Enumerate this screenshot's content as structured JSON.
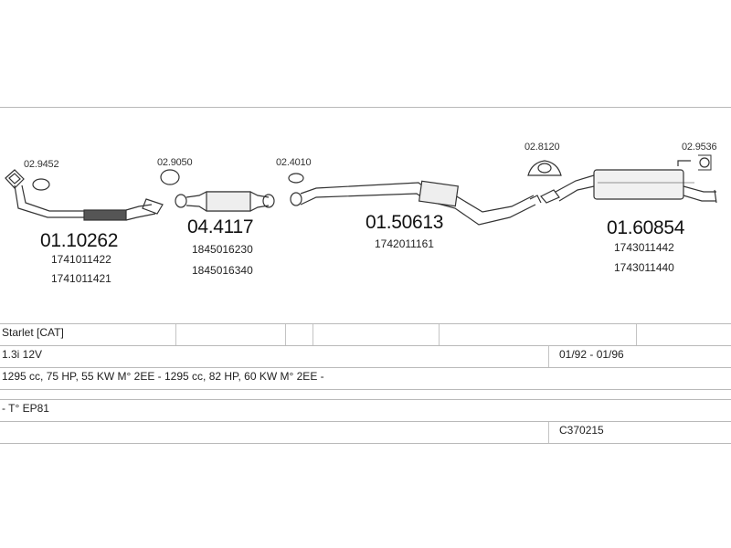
{
  "parts": [
    {
      "id": "p1",
      "small_code": "02.9452",
      "main_code": "01.10262",
      "oem": [
        "1741011422",
        "1741011421"
      ]
    },
    {
      "id": "p2",
      "small_code": "02.9050",
      "main_code": "04.4117",
      "oem": [
        "1845016230",
        "1845016340"
      ]
    },
    {
      "id": "p3",
      "small_code": "02.4010",
      "main_code": "01.50613",
      "oem": [
        "1742011161"
      ]
    },
    {
      "id": "p4",
      "small_code": "02.8120",
      "main_code": "",
      "oem": []
    },
    {
      "id": "p5",
      "small_code": "02.9536",
      "main_code": "01.60854",
      "oem": [
        "1743011442",
        "1743011440"
      ]
    }
  ],
  "table": {
    "model": "Starlet  [CAT]",
    "variant": "1.3i 12V",
    "years": "01/92 - 01/96",
    "engine": "1295 cc, 75 HP, 55 KW M° 2EE - 1295 cc, 82 HP, 60 KW M° 2EE -",
    "type": "- T° EP81",
    "catalog_code": "C370215"
  }
}
